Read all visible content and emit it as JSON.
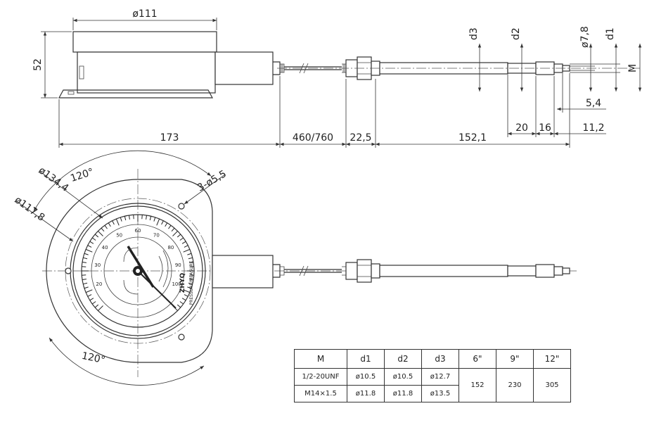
{
  "side_view": {
    "dims": {
      "d111": "ø111",
      "d52": "52",
      "d173": "173",
      "d460": "460/760",
      "d22": "22,5",
      "d152": "152,1",
      "d20": "20",
      "d16": "16",
      "d11": "11,2",
      "d54": "5,4",
      "d_d3": "d3",
      "d_d2": "d2",
      "d_d78": "ø7,8",
      "d_d1": "d1",
      "d_M": "M"
    }
  },
  "front_view": {
    "dims": {
      "d134": "ø134,4",
      "d117": "ø117,8",
      "a120_top": "120°",
      "a120_bottom": "120°",
      "holes": "3-ø5,5"
    },
    "dial": {
      "brand": "ZHYQ",
      "caption": "PRESSURE/MEASURE",
      "scale_numbers": [
        "20",
        "30",
        "40",
        "50",
        "60",
        "70",
        "80",
        "90",
        "100"
      ]
    }
  },
  "spec_table": {
    "headers": [
      "M",
      "d1",
      "d2",
      "d3",
      "6\"",
      "9\"",
      "12\""
    ],
    "rows": [
      [
        "1/2-20UNF",
        "ø10.5",
        "ø10.5",
        "ø12.7"
      ],
      [
        "M14×1.5",
        "ø11.8",
        "ø11.8",
        "ø13.5"
      ]
    ],
    "lengths": [
      "152",
      "230",
      "305"
    ]
  }
}
